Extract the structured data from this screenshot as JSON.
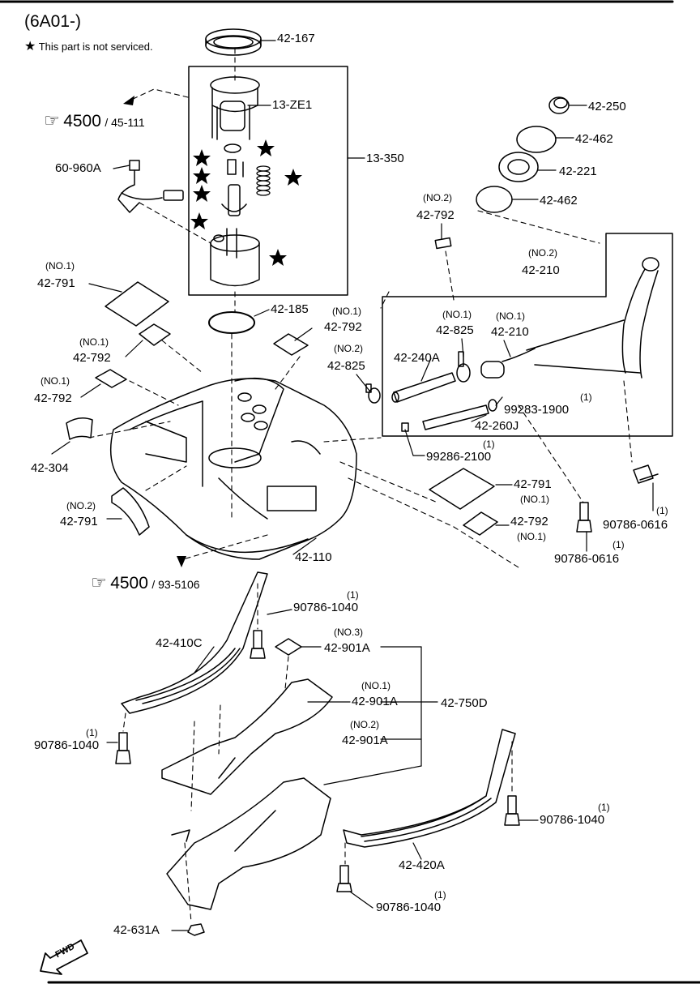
{
  "header": {
    "code": "(6A01-)",
    "note_star": "★",
    "note_text": "This part is not serviced."
  },
  "refs": [
    {
      "id": "r1",
      "big": "4500",
      "small": "/ 45-111"
    },
    {
      "id": "r2",
      "big": "4500",
      "small": "/ 93-5106"
    }
  ],
  "parts": [
    {
      "id": "p42167",
      "label": "42-167"
    },
    {
      "id": "p13ze1",
      "label": "13-ZE1"
    },
    {
      "id": "p13350",
      "label": "13-350"
    },
    {
      "id": "p60960a",
      "label": "60-960A"
    },
    {
      "id": "p42250",
      "label": "42-250"
    },
    {
      "id": "p42462a",
      "label": "42-462"
    },
    {
      "id": "p42221",
      "label": "42-221"
    },
    {
      "id": "p42462b",
      "label": "42-462"
    },
    {
      "id": "p42792a",
      "label": "42-792",
      "qty": "(NO.2)"
    },
    {
      "id": "p42210a",
      "label": "42-210",
      "qty": "(NO.2)"
    },
    {
      "id": "p42791a",
      "label": "42-791",
      "qty": "(NO.1)"
    },
    {
      "id": "p42185",
      "label": "42-185"
    },
    {
      "id": "p42792b",
      "label": "42-792",
      "qty": "(NO.1)"
    },
    {
      "id": "p42792c",
      "label": "42-792",
      "qty": "(NO.1)"
    },
    {
      "id": "p42825a",
      "label": "42-825",
      "qty": "(NO.1)"
    },
    {
      "id": "p42210b",
      "label": "42-210",
      "qty": "(NO.1)"
    },
    {
      "id": "p42825b",
      "label": "42-825",
      "qty": "(NO.2)"
    },
    {
      "id": "p42240a",
      "label": "42-240A"
    },
    {
      "id": "p42792d",
      "label": "42-792",
      "qty": "(NO.1)"
    },
    {
      "id": "p99283",
      "label": "99283-1900",
      "qty": "(1)"
    },
    {
      "id": "p42260j",
      "label": "42-260J"
    },
    {
      "id": "p42304",
      "label": "42-304"
    },
    {
      "id": "p99286",
      "label": "99286-2100",
      "qty": "(1)"
    },
    {
      "id": "p42791b",
      "label": "42-791",
      "qty": "(NO.2)"
    },
    {
      "id": "p42791c",
      "label": "42-791",
      "qty": "(NO.1)"
    },
    {
      "id": "p42792e",
      "label": "42-792",
      "qty": "(NO.1)"
    },
    {
      "id": "p90786a",
      "label": "90786-0616",
      "qty": "(1)"
    },
    {
      "id": "p90786b",
      "label": "90786-0616",
      "qty": "(1)"
    },
    {
      "id": "p42110",
      "label": "42-110"
    },
    {
      "id": "p90786c",
      "label": "90786-1040",
      "qty": "(1)"
    },
    {
      "id": "p42410c",
      "label": "42-410C"
    },
    {
      "id": "p42901a3",
      "label": "42-901A",
      "qty": "(NO.3)"
    },
    {
      "id": "p42901a1",
      "label": "42-901A",
      "qty": "(NO.1)"
    },
    {
      "id": "p42750d",
      "label": "42-750D"
    },
    {
      "id": "p42901a2",
      "label": "42-901A",
      "qty": "(NO.2)"
    },
    {
      "id": "p90786d",
      "label": "90786-1040",
      "qty": "(1)"
    },
    {
      "id": "p90786e",
      "label": "90786-1040",
      "qty": "(1)"
    },
    {
      "id": "p42420a",
      "label": "42-420A"
    },
    {
      "id": "p90786f",
      "label": "90786-1040",
      "qty": "(1)"
    },
    {
      "id": "p42631a",
      "label": "42-631A"
    }
  ],
  "fwd": "FWD"
}
